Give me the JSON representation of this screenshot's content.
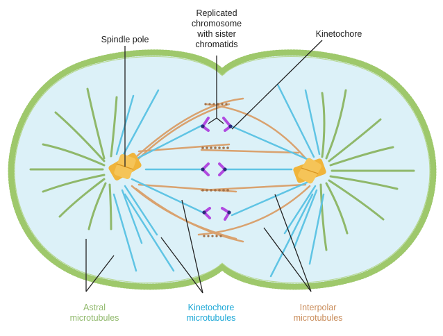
{
  "labels": {
    "spindle_pole": "Spindle pole",
    "replicated_chromosome": "Replicated\nchromosome\nwith sister\nchromatids",
    "kinetochore": "Kinetochore",
    "astral_microtubules": "Astral\nmicrotubules",
    "kinetochore_microtubules": "Kinetochore\nmicrotubules",
    "interpolar_microtubules": "Interpolar\nmicrotubules"
  },
  "colors": {
    "cytoplasm": "#dcf1f8",
    "membrane": "#9ec86b",
    "astral": "#8fb86a",
    "kinetochore_mt": "#5fc4e4",
    "interpolar": "#d9a26f",
    "centrosome": "#f0b43a",
    "chromatid": "#b04ae0",
    "cohesin": "#a0714a",
    "pointer": "#222222",
    "astral_text": "#8fb86a",
    "kinetochore_text": "#1ba7d6",
    "interpolar_text": "#c98c5a"
  }
}
